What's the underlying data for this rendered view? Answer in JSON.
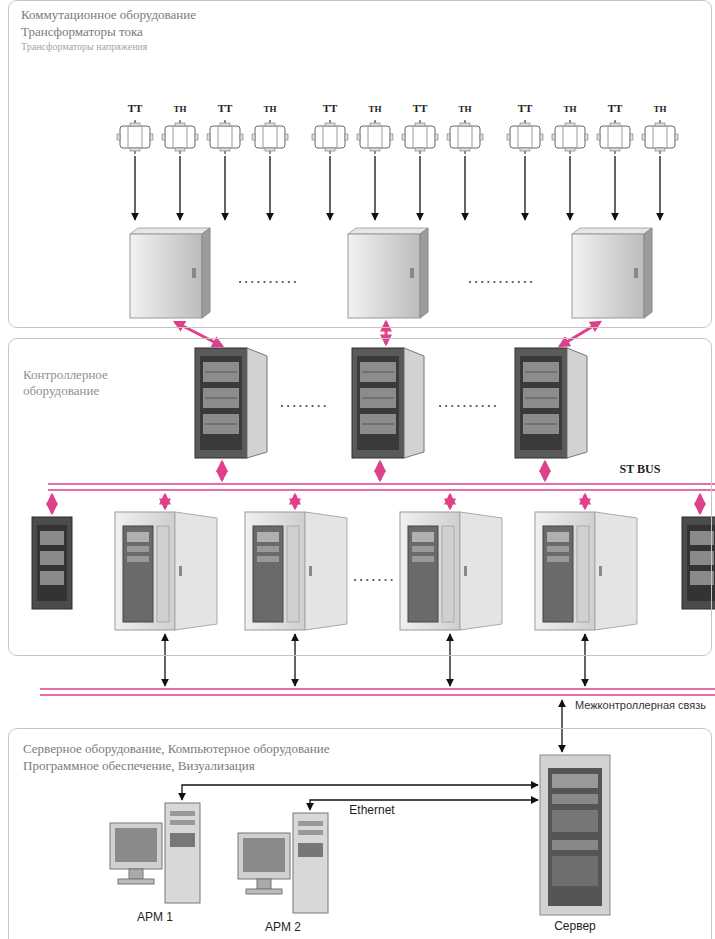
{
  "diagram": {
    "nodes": [
      {
        "text": [
          "Коммутационное оборудование",
          "Трансформаторы тока",
          "Трансформаторы напряжения"
        ]
      },
      {
        "text": [
          "Контроллерное оборудование"
        ]
      },
      {
        "text": [
          "Серверное оборудование, Компьютерное оборудование",
          "Программное обеспечение, Визуализация"
        ]
      }
    ],
    "labels": [
      "ТТ",
      "ТН",
      "ТТ",
      "ТН",
      "ТТ",
      "ТН",
      "ТТ",
      "ТН",
      "ТТ",
      "ТН",
      "ТТ",
      "ТН",
      "ST BUS",
      "Межконтроллерная связь",
      "Ethernet",
      "АРМ 1",
      "АРМ 2",
      "Сервер"
    ]
  }
}
